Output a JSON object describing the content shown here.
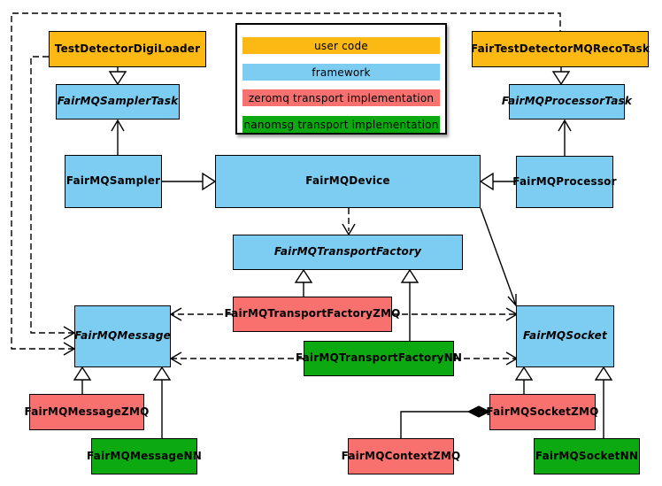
{
  "title": "FairMQ class diagram",
  "colors": {
    "user_code": "#fcb813",
    "framework": "#7dcdf2",
    "zeromq": "#f8716e",
    "nanomsg": "#0caa10"
  },
  "legend": {
    "items": [
      {
        "label": "user code",
        "color": "#fcb813"
      },
      {
        "label": "framework",
        "color": "#7dcdf2"
      },
      {
        "label": "zeromq transport implementation",
        "color": "#f8716e"
      },
      {
        "label": "nanomsg transport implementation",
        "color": "#0caa10"
      }
    ]
  },
  "nodes": {
    "testDetectorDigiLoader": {
      "label": "TestDetectorDigiLoader",
      "category": "user code",
      "abstract": false
    },
    "fairTestDetectorMQRecoTask": {
      "label": "FairTestDetectorMQRecoTask",
      "category": "user code",
      "abstract": false
    },
    "fairMQSamplerTask": {
      "label": "FairMQSamplerTask",
      "category": "framework",
      "abstract": true
    },
    "fairMQProcessorTask": {
      "label": "FairMQProcessorTask",
      "category": "framework",
      "abstract": true
    },
    "fairMQSampler": {
      "label": "FairMQSampler",
      "category": "framework",
      "abstract": false
    },
    "fairMQDevice": {
      "label": "FairMQDevice",
      "category": "framework",
      "abstract": false
    },
    "fairMQProcessor": {
      "label": "FairMQProcessor",
      "category": "framework",
      "abstract": false
    },
    "fairMQTransportFactory": {
      "label": "FairMQTransportFactory",
      "category": "framework",
      "abstract": true
    },
    "fairMQTransportFactoryZMQ": {
      "label": "FairMQTransportFactoryZMQ",
      "category": "zeromq",
      "abstract": false
    },
    "fairMQTransportFactoryNN": {
      "label": "FairMQTransportFactoryNN",
      "category": "nanomsg",
      "abstract": false
    },
    "fairMQMessage": {
      "label": "FairMQMessage",
      "category": "framework",
      "abstract": true
    },
    "fairMQSocket": {
      "label": "FairMQSocket",
      "category": "framework",
      "abstract": true
    },
    "fairMQMessageZMQ": {
      "label": "FairMQMessageZMQ",
      "category": "zeromq",
      "abstract": false
    },
    "fairMQMessageNN": {
      "label": "FairMQMessageNN",
      "category": "nanomsg",
      "abstract": false
    },
    "fairMQContextZMQ": {
      "label": "FairMQContextZMQ",
      "category": "zeromq",
      "abstract": false
    },
    "fairMQSocketZMQ": {
      "label": "FairMQSocketZMQ",
      "category": "zeromq",
      "abstract": false
    },
    "fairMQSocketNN": {
      "label": "FairMQSocketNN",
      "category": "nanomsg",
      "abstract": false
    }
  },
  "relationships": [
    {
      "from": "TestDetectorDigiLoader",
      "to": "FairMQSamplerTask",
      "type": "inheritance"
    },
    {
      "from": "FairTestDetectorMQRecoTask",
      "to": "FairMQProcessorTask",
      "type": "inheritance"
    },
    {
      "from": "FairMQSampler",
      "to": "FairMQSamplerTask",
      "type": "arrow"
    },
    {
      "from": "FairMQProcessor",
      "to": "FairMQProcessorTask",
      "type": "arrow"
    },
    {
      "from": "FairMQSampler",
      "to": "FairMQDevice",
      "type": "inheritance"
    },
    {
      "from": "FairMQProcessor",
      "to": "FairMQDevice",
      "type": "inheritance"
    },
    {
      "from": "FairMQDevice",
      "to": "FairMQTransportFactory",
      "type": "dashed-arrow"
    },
    {
      "from": "FairMQDevice",
      "to": "FairMQSocket",
      "type": "arrow"
    },
    {
      "from": "FairMQTransportFactoryZMQ",
      "to": "FairMQTransportFactory",
      "type": "inheritance"
    },
    {
      "from": "FairMQTransportFactoryNN",
      "to": "FairMQTransportFactory",
      "type": "inheritance"
    },
    {
      "from": "FairMQTransportFactoryZMQ",
      "to": "FairMQMessage",
      "type": "dashed-arrow"
    },
    {
      "from": "FairMQTransportFactoryZMQ",
      "to": "FairMQSocket",
      "type": "dashed-arrow"
    },
    {
      "from": "FairMQTransportFactoryNN",
      "to": "FairMQMessage",
      "type": "dashed-arrow"
    },
    {
      "from": "FairMQTransportFactoryNN",
      "to": "FairMQSocket",
      "type": "dashed-arrow"
    },
    {
      "from": "TestDetectorDigiLoader",
      "to": "FairMQMessage",
      "type": "dashed-arrow"
    },
    {
      "from": "FairTestDetectorMQRecoTask",
      "to": "FairMQMessage",
      "type": "dashed-arrow"
    },
    {
      "from": "FairMQMessageZMQ",
      "to": "FairMQMessage",
      "type": "inheritance"
    },
    {
      "from": "FairMQMessageNN",
      "to": "FairMQMessage",
      "type": "inheritance"
    },
    {
      "from": "FairMQSocketZMQ",
      "to": "FairMQSocket",
      "type": "inheritance"
    },
    {
      "from": "FairMQSocketNN",
      "to": "FairMQSocket",
      "type": "inheritance"
    },
    {
      "from": "FairMQContextZMQ",
      "to": "FairMQSocketZMQ",
      "type": "composition"
    }
  ]
}
